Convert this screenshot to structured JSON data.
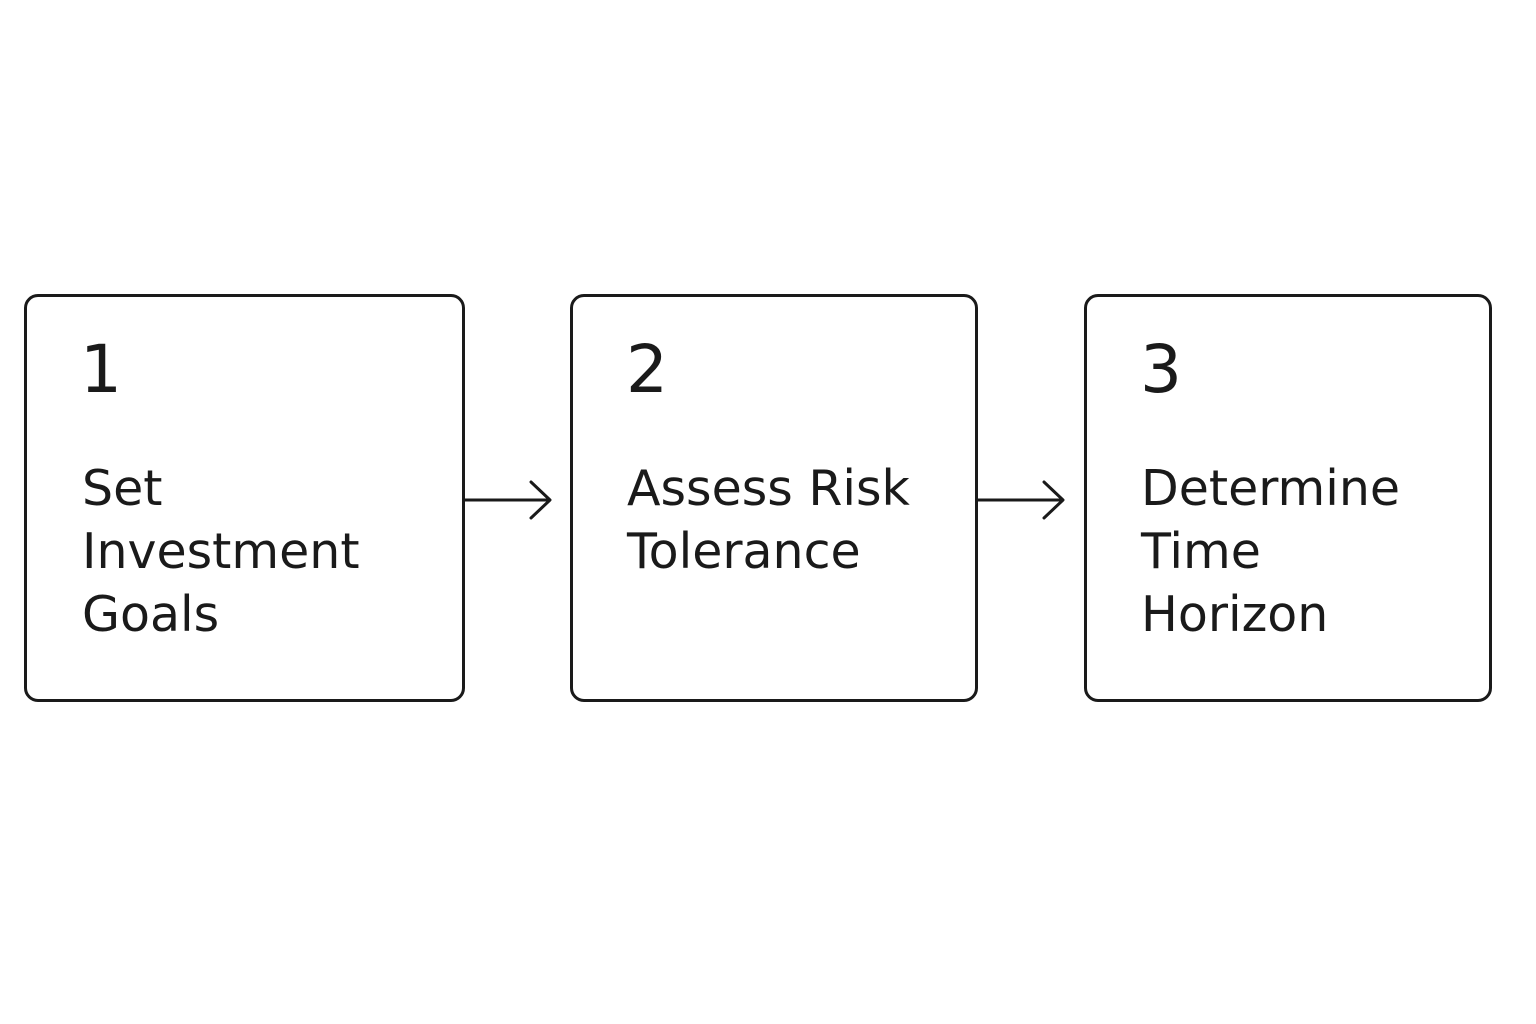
{
  "steps": [
    {
      "number": "1",
      "label": "Set\nInvestment\nGoals"
    },
    {
      "number": "2",
      "label": "Assess Risk\nTolerance"
    },
    {
      "number": "3",
      "label": "Determine\nTime\nHorizon"
    }
  ],
  "colors": {
    "stroke": "#1a1a1a",
    "background": "#ffffff"
  },
  "icons": {
    "connector": "arrow-right-icon"
  }
}
